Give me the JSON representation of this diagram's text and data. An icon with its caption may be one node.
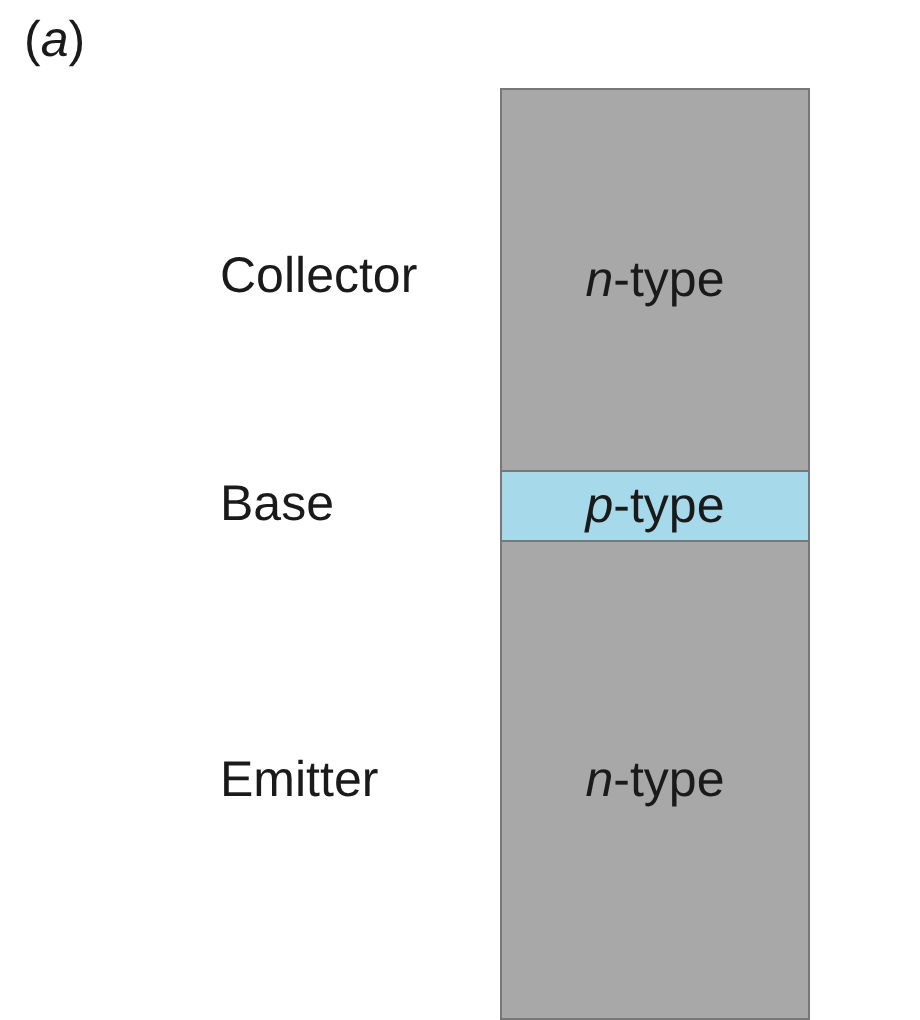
{
  "diagram": {
    "nodes": [
      {
        "text": [
          "*n*-type"
        ],
        "beside": [
          "Collector"
        ]
      },
      {
        "text": [
          "*p*-type"
        ],
        "beside": [
          "Base"
        ]
      },
      {
        "text": [
          "*n*-type"
        ],
        "beside": [
          "Emitter"
        ]
      }
    ],
    "labels": [
      "(*a*)"
    ]
  }
}
